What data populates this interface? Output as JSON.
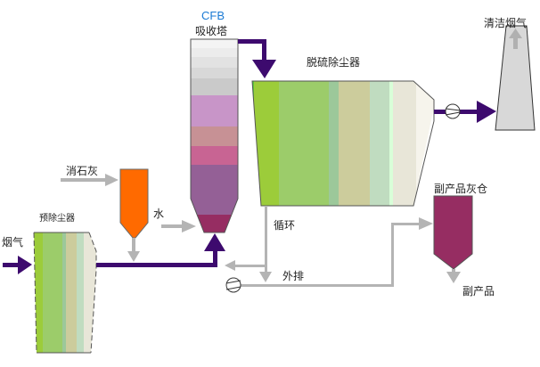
{
  "labels": {
    "cfb": "CFB",
    "absorber": "吸收塔",
    "desulf_dust_collector": "脱硫除尘器",
    "clean_flue_gas": "清洁烟气",
    "slaked_lime": "消石灰",
    "water": "水",
    "pre_dust_collector": "预除尘器",
    "flue_gas": "烟气",
    "recirculation": "循环",
    "discharge": "外排",
    "byproduct_silo": "副产品灰仓",
    "byproduct": "副产品"
  },
  "colors": {
    "main_flow": "#3d0a6e",
    "aux_flow": "#b4b4b4",
    "lime_silo": "#ff6a00",
    "byproduct_silo": "#962d62",
    "stack": "#d8d8d8"
  }
}
